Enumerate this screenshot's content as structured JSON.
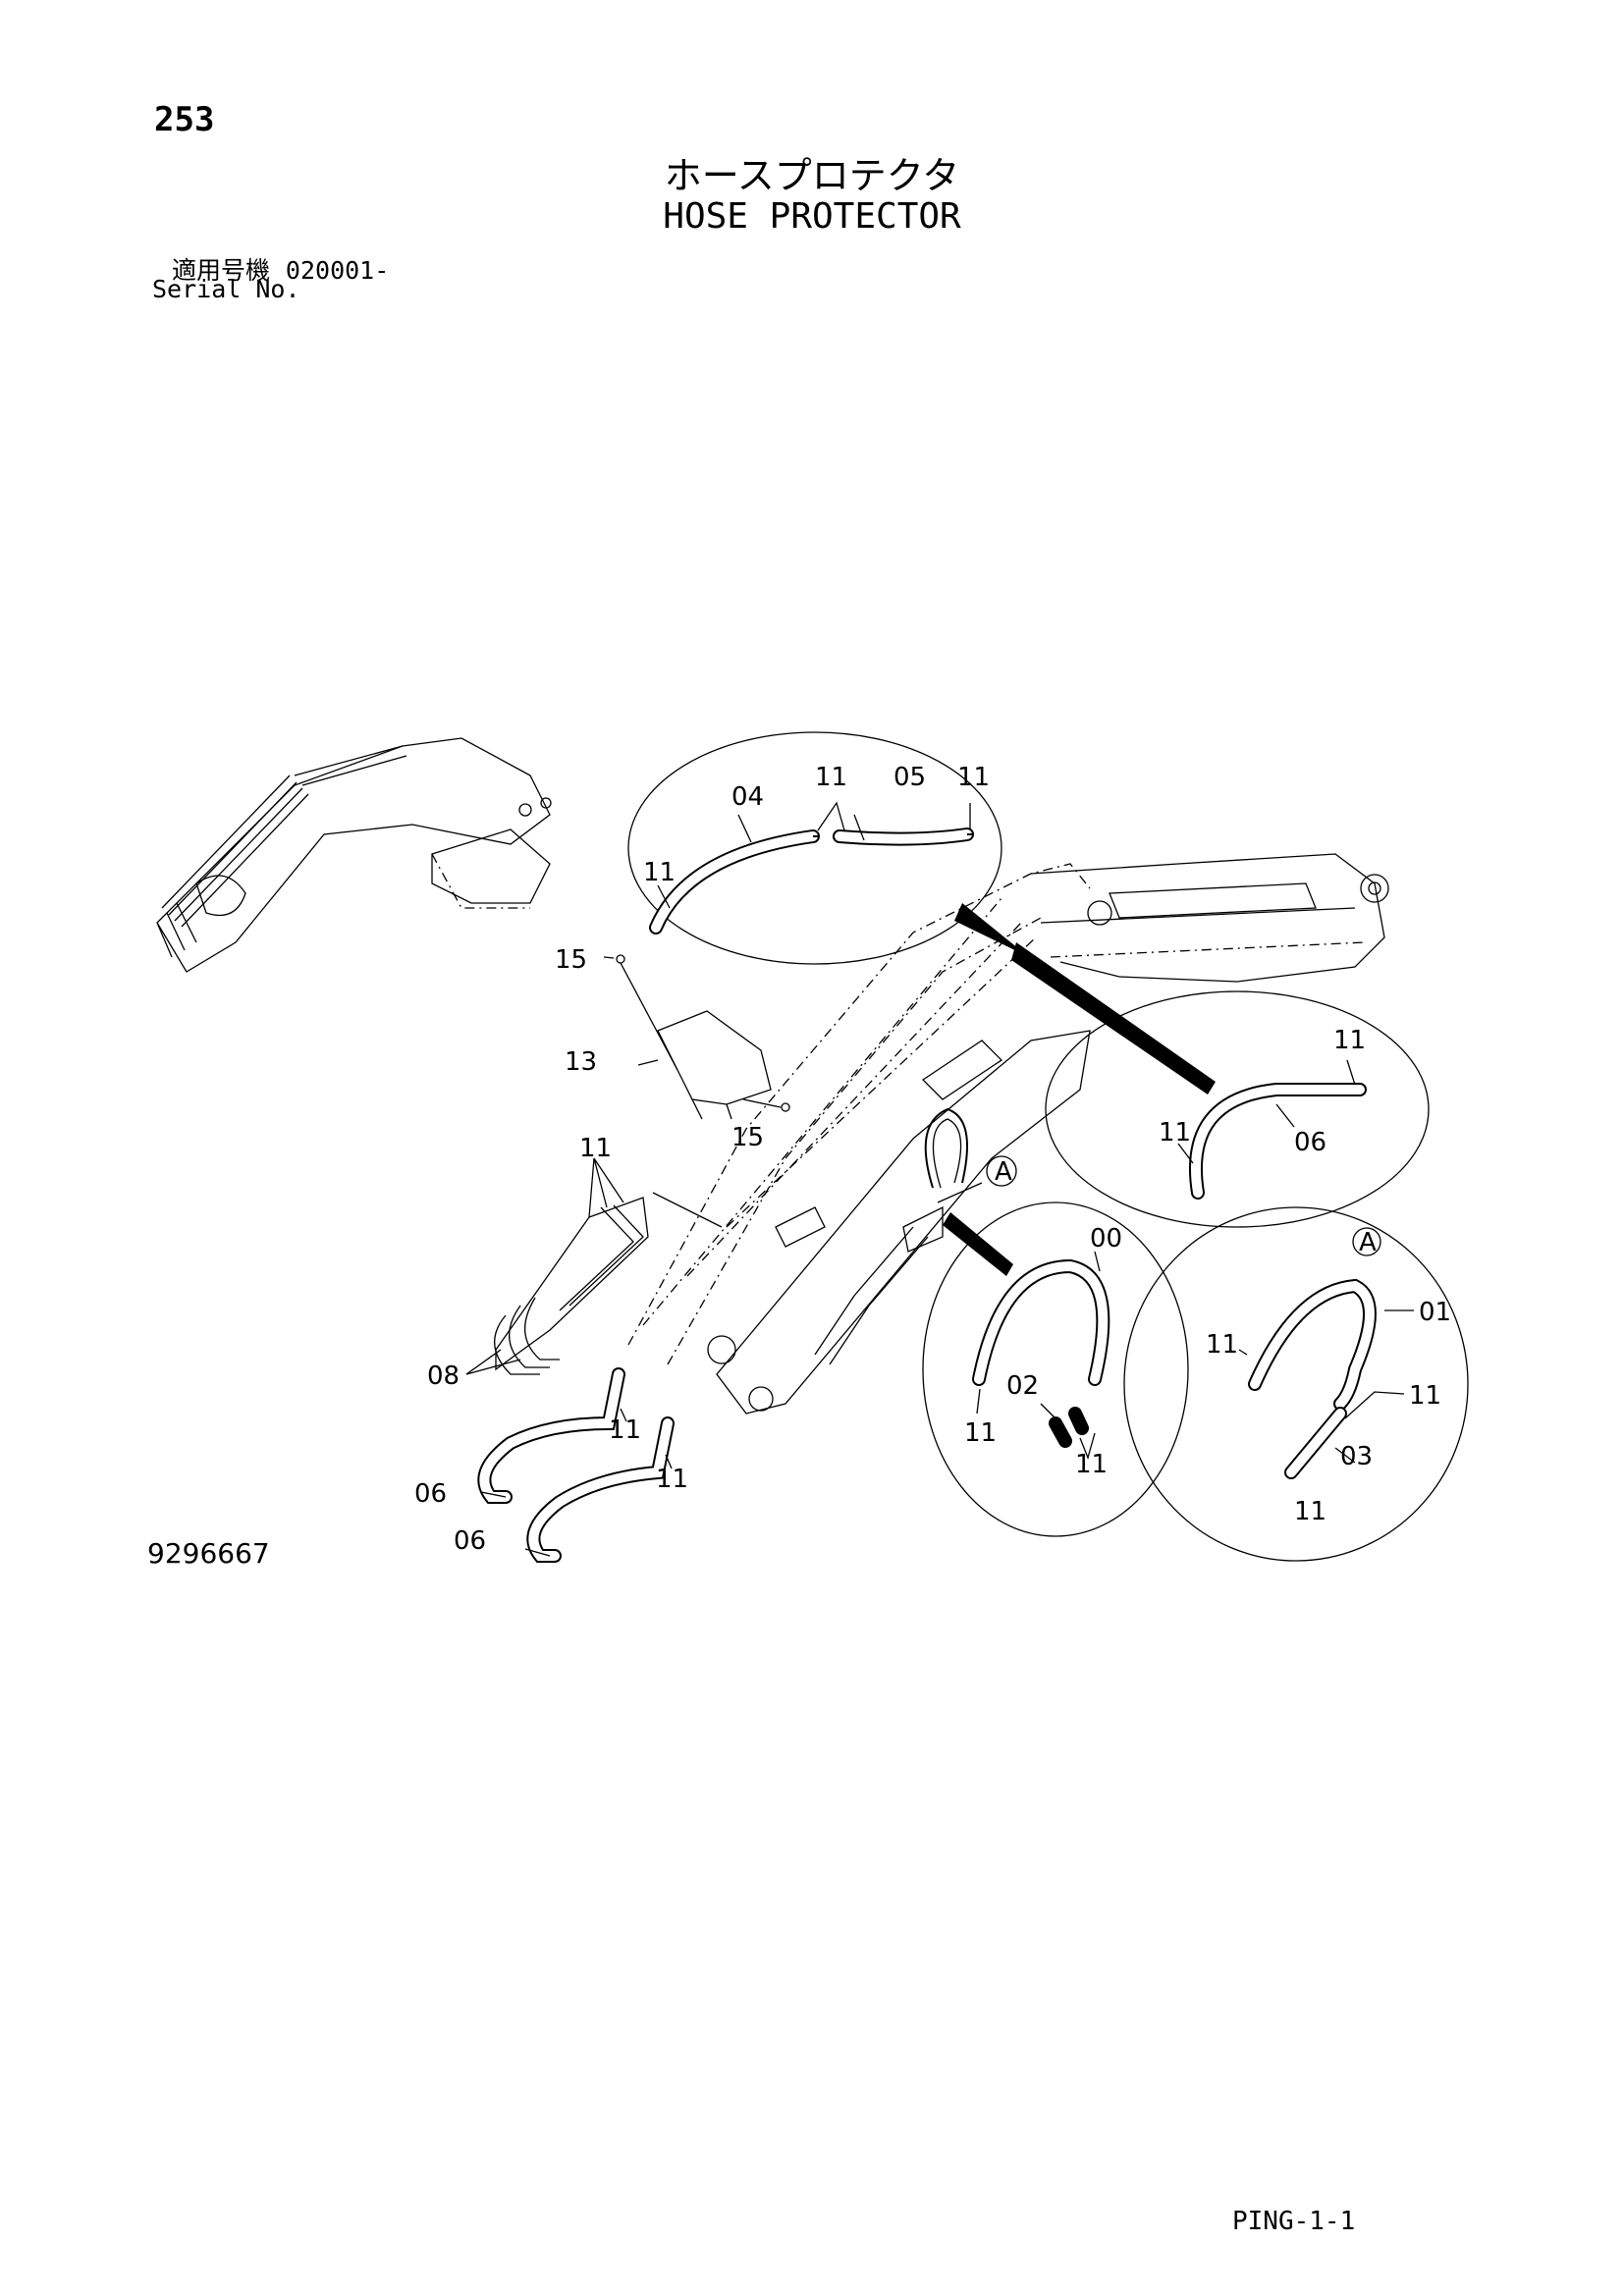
{
  "header": {
    "page_number": "253",
    "title_ja": "ホースプロテクタ",
    "title_en": "HOSE PROTECTOR",
    "serial_label_ja": "適用号機",
    "serial_value": "020001-",
    "serial_label_en": "Serial No."
  },
  "drawing_number": "9296667",
  "footer_code": "PING-1-1",
  "callouts": {
    "c04": "04",
    "c11_top_left": "11",
    "c11_top_mid": "11",
    "c05": "05",
    "c11_top_right": "11",
    "c15_top": "15",
    "c13": "13",
    "c15_bottom": "15",
    "c11_group": "11",
    "c08": "08",
    "c11_mid_a": "11",
    "c06_right": "06",
    "c11_right_top": "11",
    "c00": "00",
    "c02": "02",
    "c11_00_left": "11",
    "c11_00_bottom": "11",
    "cA_detail": "A",
    "c01": "01",
    "c11_a_left": "11",
    "c11_a_right": "11",
    "c03": "03",
    "c11_a_bottom": "11",
    "cA_marker": "A",
    "c11_lower_a": "11",
    "c11_lower_b": "11",
    "c06_lower_a": "06",
    "c06_lower_b": "06"
  }
}
